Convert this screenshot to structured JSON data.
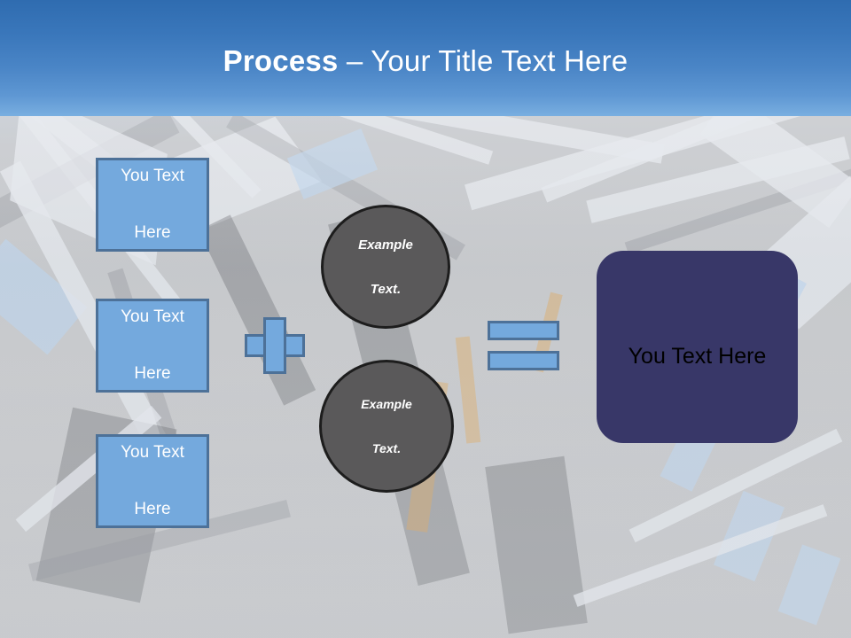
{
  "slide": {
    "title_strong": "Process",
    "title_separator": " – ",
    "title_light": "Your Title Text Here"
  },
  "theme": {
    "header_gradient_top": "#2f6cb0",
    "header_gradient_bottom": "#79aee0",
    "accent_blue_fill": "#74a9dd",
    "accent_blue_border": "#4d7198",
    "circle_fill": "#5a595a",
    "circle_border": "#1d1d1d",
    "result_fill": "#383768",
    "title_color": "#ffffff",
    "result_text_color": "#000000"
  },
  "diagram": {
    "inputs": [
      {
        "label_line1": "You Text",
        "label_line2": "Here"
      },
      {
        "label_line1": "You Text",
        "label_line2": "Here"
      },
      {
        "label_line1": "You Text",
        "label_line2": "Here"
      }
    ],
    "operator_plus": "+",
    "operator_equals": "=",
    "factors": [
      {
        "label_line1": "Example",
        "label_line2": "Text."
      },
      {
        "label_line1": "Example",
        "label_line2": "Text."
      }
    ],
    "result": {
      "label": "You Text Here"
    }
  }
}
